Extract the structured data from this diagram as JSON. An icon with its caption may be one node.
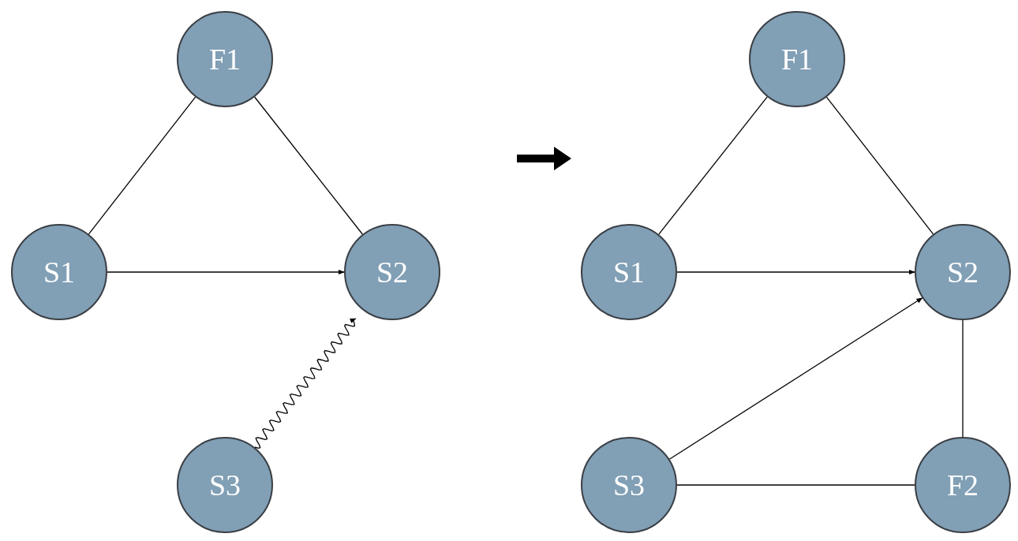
{
  "diagram": {
    "nodes": [
      {
        "text": [
          "F1"
        ]
      },
      {
        "text": [
          "S1"
        ]
      },
      {
        "text": [
          "S2"
        ]
      },
      {
        "text": [
          "S3"
        ]
      },
      {
        "text": [
          "F1"
        ]
      },
      {
        "text": [
          "S1"
        ]
      },
      {
        "text": [
          "S2"
        ]
      },
      {
        "text": [
          "S3"
        ]
      },
      {
        "text": [
          "F2"
        ]
      }
    ],
    "edges": [
      {
        "from": 0,
        "to": 1,
        "arrow": "none"
      },
      {
        "from": 0,
        "to": 2,
        "arrow": "none"
      },
      {
        "from": 1,
        "to": 2,
        "arrow": "to"
      },
      {
        "from": 3,
        "to": 2,
        "arrow": "to"
      },
      {
        "from": 4,
        "to": 5,
        "arrow": "none"
      },
      {
        "from": 4,
        "to": 6,
        "arrow": "none"
      },
      {
        "from": 5,
        "to": 6,
        "arrow": "to"
      },
      {
        "from": 7,
        "to": 6,
        "arrow": "to"
      },
      {
        "from": 6,
        "to": 8,
        "arrow": "none"
      },
      {
        "from": 7,
        "to": 8,
        "arrow": "none"
      }
    ]
  }
}
